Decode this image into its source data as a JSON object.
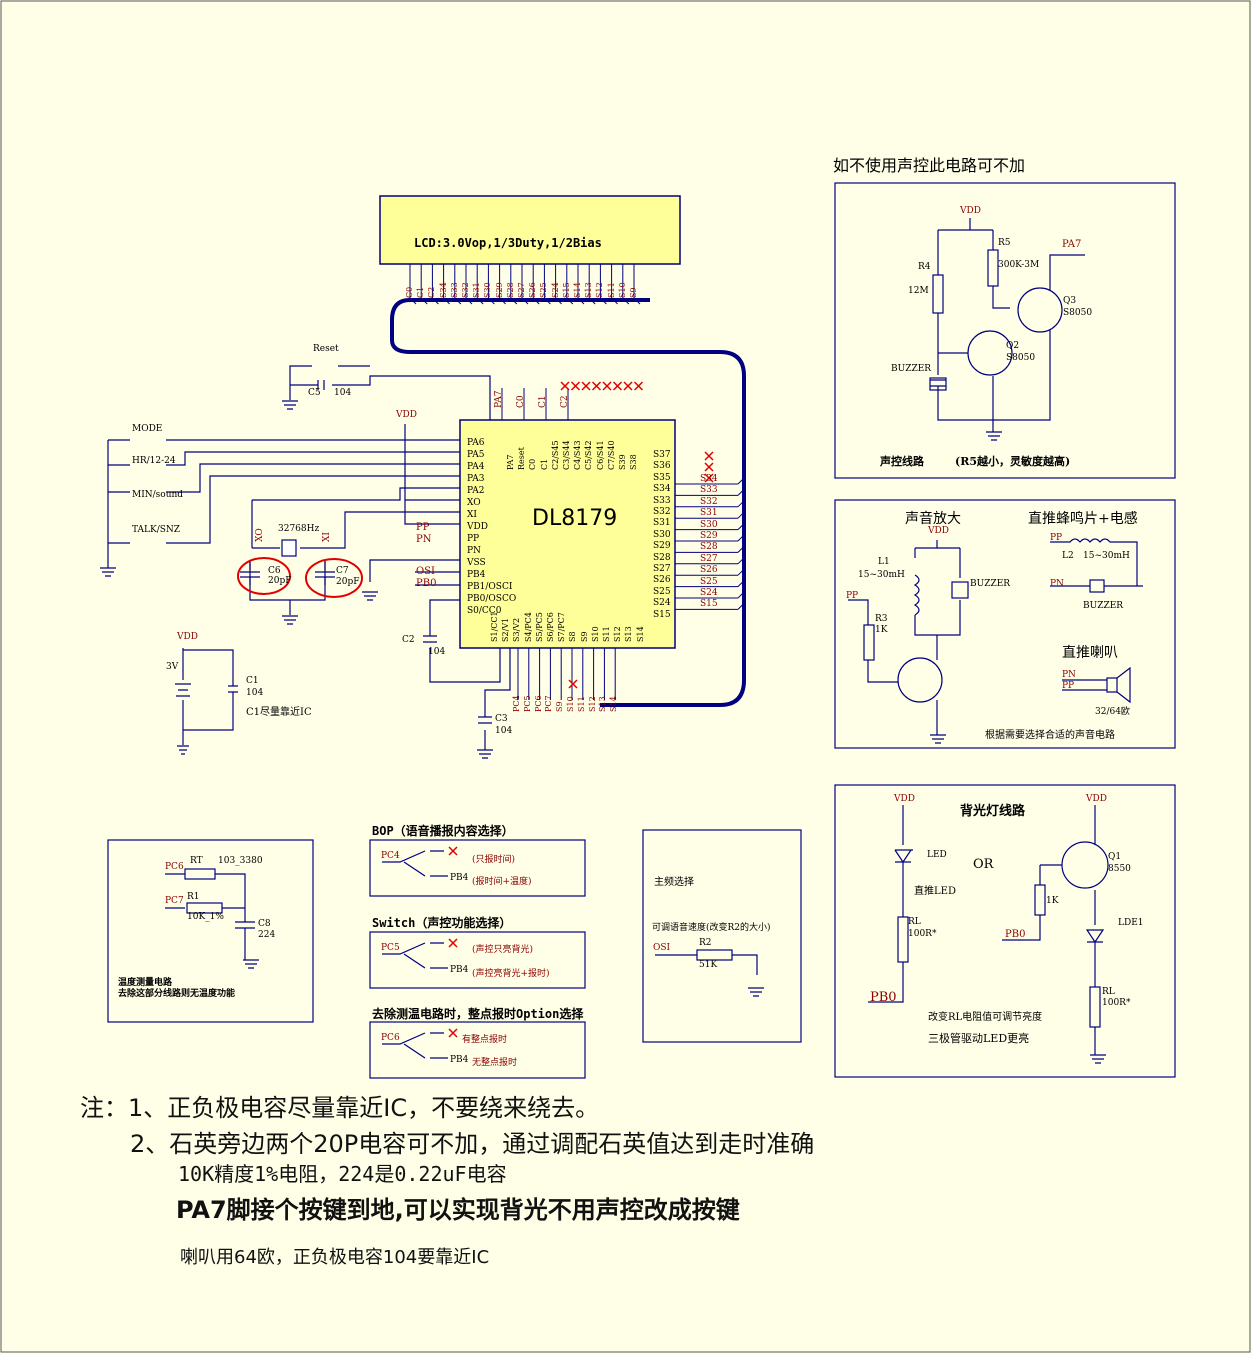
{
  "lcd_panel": {
    "spec": "LCD:3.0Vop,1/3Duty,1/2Bias",
    "pins": [
      "C0",
      "C1",
      "C2",
      "S34",
      "S33",
      "S32",
      "S31",
      "S30",
      "S29",
      "S28",
      "S27",
      "S26",
      "S25",
      "S24",
      "S15",
      "S14",
      "S13",
      "S12",
      "S11",
      "S10",
      "S9"
    ]
  },
  "ic": {
    "name": "DL8179",
    "left_pins": [
      "PA6",
      "PA5",
      "PA4",
      "PA3",
      "PA2",
      "XO",
      "XI",
      "VDD",
      "PP",
      "PN",
      "VSS",
      "PB4",
      "PB1/OSCI",
      "PB0/OSCO",
      "S0/CC0"
    ],
    "top_pins": [
      "PA7",
      "Reset",
      "C0",
      "C1",
      "C2/S45",
      "C3/S44",
      "C4/S43",
      "C5/S42",
      "C6/S41",
      "C7/S40",
      "S39",
      "S38"
    ],
    "right_pins": [
      "S37",
      "S36",
      "S35",
      "S34",
      "S33",
      "S32",
      "S31",
      "S30",
      "S29",
      "S28",
      "S27",
      "S26",
      "S25",
      "S24",
      "S15"
    ],
    "bottom_pins": [
      "S1/CC1",
      "S2/V1",
      "S3/V2",
      "S4/PC4",
      "S5/PC5",
      "S6/PC6",
      "S7/PC7",
      "S8",
      "S9",
      "S10",
      "S11",
      "S12",
      "S13",
      "S14"
    ],
    "right_nets": [
      "S34",
      "S33",
      "S32",
      "S31",
      "S30",
      "S29",
      "S28",
      "S27",
      "S26",
      "S25",
      "S24",
      "S15"
    ],
    "top_nets": [
      "PA7",
      "C0",
      "C1",
      "C2"
    ],
    "bottom_nets": [
      "PC4",
      "PC5",
      "PC6",
      "PC7",
      "S9",
      "S10",
      "S11",
      "S12",
      "S13",
      "S14"
    ],
    "left_nets": {
      "pp": "PP",
      "pn": "PN",
      "osi": "OSI",
      "pb0": "PB0"
    }
  },
  "buttons": [
    "MODE",
    "HR/12-24",
    "MIN/sound",
    "TALK/SNZ"
  ],
  "reset": {
    "label": "Reset",
    "cap": "C5",
    "cap_value": "104"
  },
  "crystal": {
    "freq": "32768Hz",
    "xo": "XO",
    "xi": "XI",
    "c6": "C6",
    "c6_value": "20pF",
    "c7": "C7",
    "c7_value": "20pF"
  },
  "power": {
    "vdd": "VDD",
    "battery": "3V",
    "c1": "C1",
    "c1_value": "104",
    "c1_note": "C1尽量靠近IC",
    "c2": "C2",
    "c2_value": "104",
    "c3": "C3",
    "c3_value": "104"
  },
  "voice_control": {
    "heading": "如不使用声控此电路可不加",
    "vdd": "VDD",
    "r5": "R5",
    "r5_value": "300K-3M",
    "r4": "R4",
    "r4_value": "12M",
    "net": "PA7",
    "q3": "Q3",
    "q3_part": "S8050",
    "q2": "Q2",
    "q2_part": "S8050",
    "buzzer": "BUZZER",
    "caption": "声控线路",
    "caption_note": "(R5越小，灵敏度越高)"
  },
  "amplifier": {
    "title_left": "声音放大",
    "title_right": "直推蜂鸣片+电感",
    "vdd": "VDD",
    "l1": "L1",
    "l1_value": "15~30mH",
    "buzzer": "BUZZER",
    "pp": "PP",
    "r3": "R3",
    "r3_value": "1K",
    "l2": "L2",
    "l2_value": "15~30mH",
    "pp2": "PP",
    "pn2": "PN",
    "buzzer2": "BUZZER",
    "speaker_title": "直推喇叭",
    "pn3": "PN",
    "pp3": "PP",
    "speaker_value": "32/64欧",
    "caption": "根据需要选择合适的声音电路"
  },
  "backlight": {
    "title": "背光灯线路",
    "vdd1": "VDD",
    "vdd2": "VDD",
    "led": "LED",
    "direct": "直推LED",
    "or": "OR",
    "rl1": "RL",
    "rl1_value": "100R*",
    "pb0_1": "PB0",
    "q1": "Q1",
    "q1_part": "8550",
    "r_1k": "1K",
    "pb0_2": "PB0",
    "lde1": "LDE1",
    "rl2": "RL",
    "rl2_value": "100R*",
    "caption1": "改变RL电阻值可调节亮度",
    "caption2": "三极管驱动LED更亮"
  },
  "temperature": {
    "pc6": "PC6",
    "rt": "RT",
    "rt_value": "103_3380",
    "pc7": "PC7",
    "r1": "R1",
    "r1_value": "10K_1%",
    "c8": "C8",
    "c8_value": "224",
    "caption1": "温度测量电路",
    "caption2": "去除这部分线路则无温度功能"
  },
  "bop": {
    "title": "BOP（语音播报内容选择）",
    "net": "PC4",
    "opt1": "(只报时间)",
    "pb4": "PB4",
    "opt2": "(报时间+温度)"
  },
  "switch": {
    "title": "Switch（声控功能选择）",
    "net": "PC5",
    "opt1": "(声控只亮背光)",
    "pb4": "PB4",
    "opt2": "(声控亮背光+报时)"
  },
  "option": {
    "title": "去除测温电路时，整点报时Option选择",
    "net": "PC6",
    "opt1": "有整点报时",
    "pb4": "PB4",
    "opt2": "无整点报时"
  },
  "freq_select": {
    "title": "主频选择",
    "desc": "可调语音速度(改变R2的大小)",
    "osi": "OSI",
    "r2": "R2",
    "r2_value": "51K"
  },
  "notes": {
    "n1": "注：1、正负极电容尽量靠近IC，不要绕来绕去。",
    "n2": "2、石英旁边两个20P电容可不加，通过调配石英值达到走时准确",
    "n3": "10K精度1%电阻，224是0.22uF电容",
    "n4": "PA7脚接个按键到地,可以实现背光不用声控改成按键",
    "n5": "喇叭用64欧，正负极电容104要靠近IC"
  },
  "colors": {
    "wire": "#000080",
    "net": "#8B0000",
    "ic_fill": "#FFFF99",
    "highlight": "#E00000",
    "nc": "#E00000",
    "paper": "#FFFFE8"
  }
}
